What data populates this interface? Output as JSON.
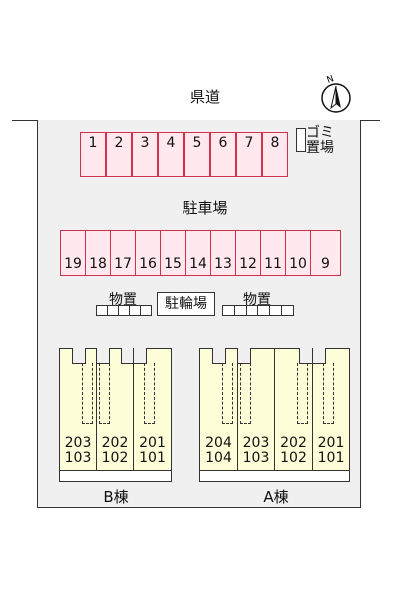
{
  "road": {
    "label": "県道"
  },
  "compass": {
    "letter": "N"
  },
  "garbage": {
    "line1": "ゴミ",
    "line2": "置場"
  },
  "parking": {
    "label": "駐車場",
    "row_top": [
      "1",
      "2",
      "3",
      "4",
      "5",
      "6",
      "7",
      "8"
    ],
    "row_bottom": [
      "19",
      "18",
      "17",
      "16",
      "15",
      "14",
      "13",
      "12",
      "11",
      "10",
      "9"
    ]
  },
  "storage": {
    "left": "物置",
    "right": "物置"
  },
  "bike_parking": {
    "label": "駐輪場"
  },
  "building_b": {
    "label": "B棟",
    "units": [
      {
        "upper": "203",
        "lower": "103"
      },
      {
        "upper": "202",
        "lower": "102"
      },
      {
        "upper": "201",
        "lower": "101"
      }
    ]
  },
  "building_a": {
    "label": "A棟",
    "units": [
      {
        "upper": "204",
        "lower": "104"
      },
      {
        "upper": "203",
        "lower": "103"
      },
      {
        "upper": "202",
        "lower": "102"
      },
      {
        "upper": "201",
        "lower": "101"
      }
    ]
  },
  "colors": {
    "stall_fill": "#ffe8ee",
    "stall_border": "#d0324c",
    "unit_fill": "#fdfdd8",
    "site_fill": "#f0f0f0"
  }
}
